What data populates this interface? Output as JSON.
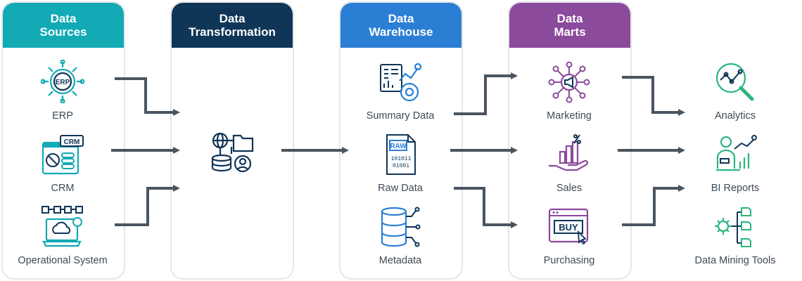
{
  "columns": [
    {
      "title": "Data\nSources",
      "color": "#12aab5"
    },
    {
      "title": "Data\nTransformation",
      "color": "#0f3557"
    },
    {
      "title": "Data\nWarehouse",
      "color": "#2a7fd4"
    },
    {
      "title": "Data\nMarts",
      "color": "#8b4a9c"
    }
  ],
  "sources": {
    "erp": "ERP",
    "crm": "CRM",
    "os": "Operational System"
  },
  "warehouse": {
    "summary": "Summary Data",
    "raw": "Raw Data",
    "meta": "Metadata"
  },
  "marts": {
    "marketing": "Marketing",
    "sales": "Sales",
    "purchasing": "Purchasing"
  },
  "outputs": {
    "analytics": "Analytics",
    "bi": "BI Reports",
    "mining": "Data Mining Tools"
  },
  "icon_text": {
    "erp": "ERP",
    "crm": "CRM",
    "raw": "RAW",
    "raw_bits": "101011\n01001",
    "buy": "BUY"
  },
  "colors": {
    "teal": "#12aab5",
    "navy": "#0f3557",
    "blue": "#2a7fd4",
    "purple": "#8b4a9c",
    "green": "#2bb57f",
    "arrow": "#4a5560"
  }
}
